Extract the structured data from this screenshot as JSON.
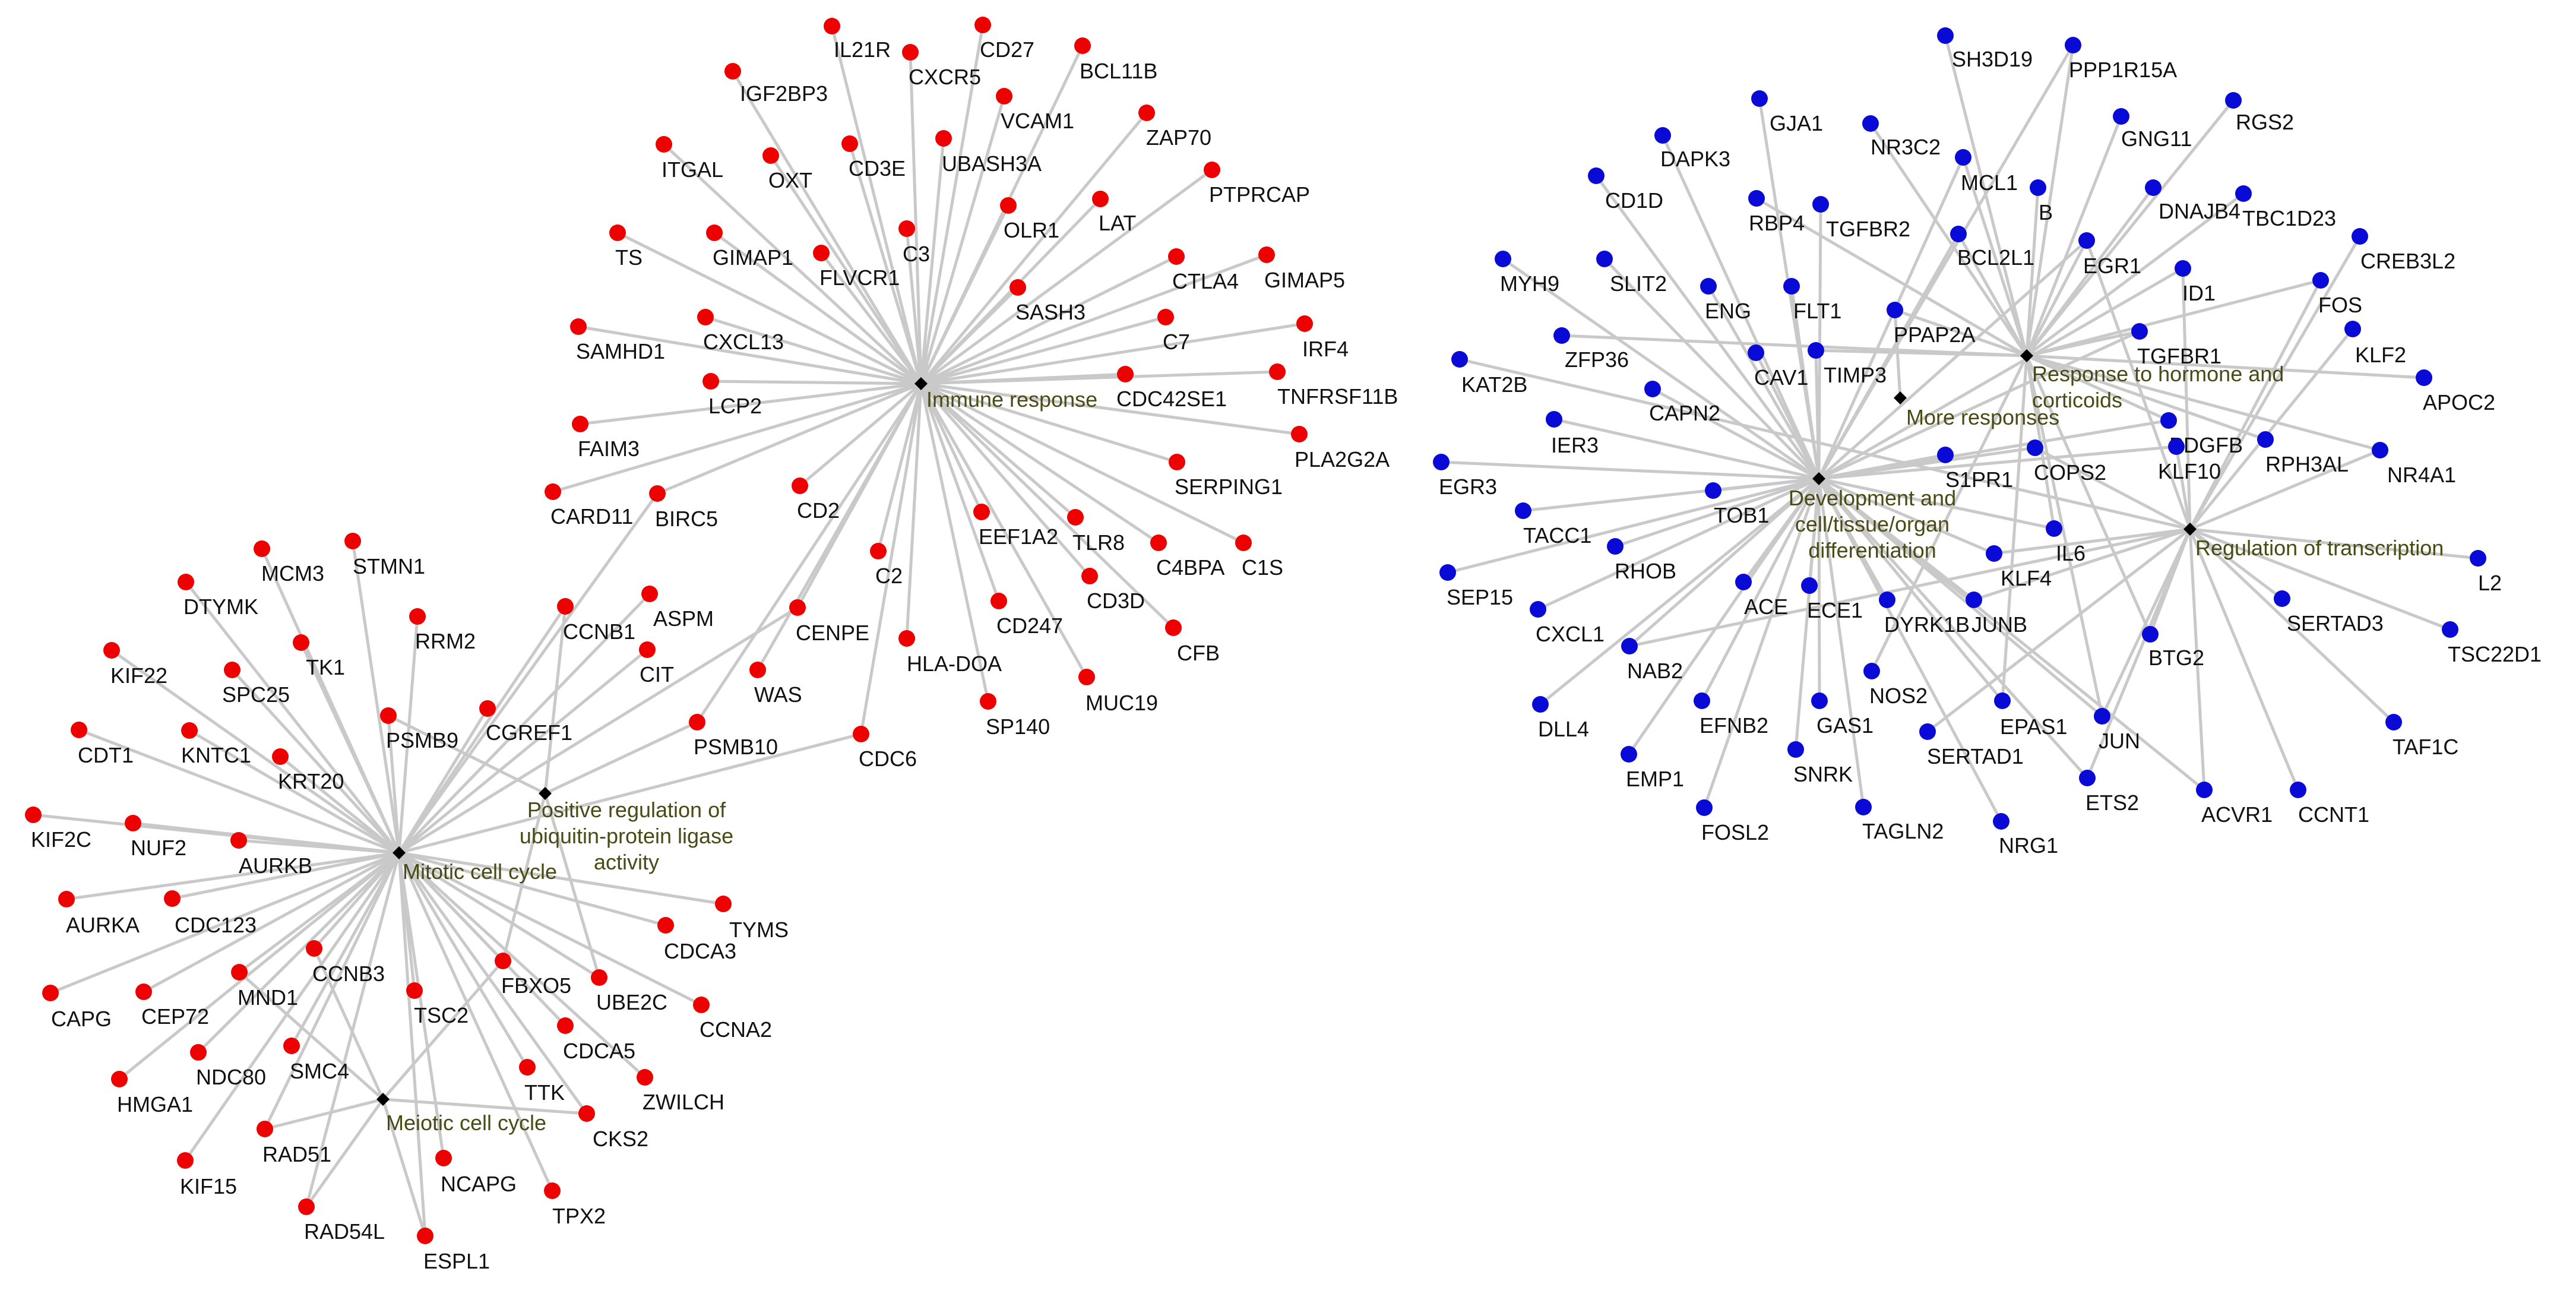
{
  "colors": {
    "red_nodes": "#ee0000",
    "blue_nodes": "#0a0ad6",
    "edges": "#c9c9c9",
    "hubs": "#000000",
    "hub_text": "#4a4a14"
  },
  "hubs": [
    {
      "id": "immune",
      "lines": [
        "Immune response"
      ]
    },
    {
      "id": "mitotic",
      "lines": [
        "Mitotic cell cycle"
      ]
    },
    {
      "id": "positive",
      "lines": [
        "Positive regulation of",
        "ubiquitin-protein ligase",
        "activity"
      ]
    },
    {
      "id": "meiotic",
      "lines": [
        "Meiotic cell cycle"
      ]
    },
    {
      "id": "more",
      "lines": [
        "More responses"
      ]
    },
    {
      "id": "hormone",
      "lines": [
        "Response to hormone and",
        "corticoids"
      ]
    },
    {
      "id": "development",
      "lines": [
        "Development and",
        "cell/tissue/organ",
        "differentiation"
      ]
    },
    {
      "id": "transcription",
      "lines": [
        "Regulation of transcription"
      ]
    }
  ],
  "genes": [
    {
      "name": "IL21R",
      "color": "red",
      "hubs": [
        "immune"
      ]
    },
    {
      "name": "CD27",
      "color": "red",
      "hubs": [
        "immune"
      ]
    },
    {
      "name": "CXCR5",
      "color": "red",
      "hubs": [
        "immune"
      ]
    },
    {
      "name": "BCL11B",
      "color": "red",
      "hubs": [
        "immune"
      ]
    },
    {
      "name": "IGF2BP3",
      "color": "red",
      "hubs": [
        "immune"
      ]
    },
    {
      "name": "VCAM1",
      "color": "red",
      "hubs": [
        "immune"
      ]
    },
    {
      "name": "ZAP70",
      "color": "red",
      "hubs": [
        "immune"
      ]
    },
    {
      "name": "ITGAL",
      "color": "red",
      "hubs": [
        "immune"
      ]
    },
    {
      "name": "OXT",
      "color": "red",
      "hubs": [
        "immune"
      ]
    },
    {
      "name": "CD3E",
      "color": "red",
      "hubs": [
        "immune"
      ]
    },
    {
      "name": "UBASH3A",
      "color": "red",
      "hubs": [
        "immune"
      ]
    },
    {
      "name": "PTPRCAP",
      "color": "red",
      "hubs": [
        "immune"
      ]
    },
    {
      "name": "OLR1",
      "color": "red",
      "hubs": [
        "immune"
      ]
    },
    {
      "name": "LAT",
      "color": "red",
      "hubs": [
        "immune"
      ]
    },
    {
      "name": "TS",
      "color": "red",
      "hubs": [
        "immune"
      ]
    },
    {
      "name": "GIMAP1",
      "color": "red",
      "hubs": [
        "immune"
      ]
    },
    {
      "name": "C3",
      "color": "red",
      "hubs": [
        "immune"
      ]
    },
    {
      "name": "FLVCR1",
      "color": "red",
      "hubs": [
        "immune"
      ]
    },
    {
      "name": "CTLA4",
      "color": "red",
      "hubs": [
        "immune"
      ]
    },
    {
      "name": "GIMAP5",
      "color": "red",
      "hubs": [
        "immune"
      ]
    },
    {
      "name": "SASH3",
      "color": "red",
      "hubs": [
        "immune"
      ]
    },
    {
      "name": "SAMHD1",
      "color": "red",
      "hubs": [
        "immune"
      ]
    },
    {
      "name": "CXCL13",
      "color": "red",
      "hubs": [
        "immune"
      ]
    },
    {
      "name": "C7",
      "color": "red",
      "hubs": [
        "immune"
      ]
    },
    {
      "name": "IRF4",
      "color": "red",
      "hubs": [
        "immune"
      ]
    },
    {
      "name": "LCP2",
      "color": "red",
      "hubs": [
        "immune"
      ]
    },
    {
      "name": "CDC42SE1",
      "color": "red",
      "hubs": [
        "immune"
      ]
    },
    {
      "name": "TNFRSF11B",
      "color": "red",
      "hubs": [
        "immune"
      ]
    },
    {
      "name": "FAIM3",
      "color": "red",
      "hubs": [
        "immune"
      ]
    },
    {
      "name": "PLA2G2A",
      "color": "red",
      "hubs": [
        "immune"
      ]
    },
    {
      "name": "SERPING1",
      "color": "red",
      "hubs": [
        "immune"
      ]
    },
    {
      "name": "CARD11",
      "color": "red",
      "hubs": [
        "immune"
      ]
    },
    {
      "name": "BIRC5",
      "color": "red",
      "hubs": [
        "immune",
        "mitotic"
      ]
    },
    {
      "name": "CD2",
      "color": "red",
      "hubs": [
        "immune"
      ]
    },
    {
      "name": "TLR8",
      "color": "red",
      "hubs": [
        "immune"
      ]
    },
    {
      "name": "EEF1A2",
      "color": "red",
      "hubs": [
        "immune"
      ]
    },
    {
      "name": "C4BPA",
      "color": "red",
      "hubs": [
        "immune"
      ]
    },
    {
      "name": "C1S",
      "color": "red",
      "hubs": [
        "immune"
      ]
    },
    {
      "name": "C2",
      "color": "red",
      "hubs": [
        "immune"
      ]
    },
    {
      "name": "CD3D",
      "color": "red",
      "hubs": [
        "immune"
      ]
    },
    {
      "name": "CCNB1",
      "color": "red",
      "hubs": [
        "mitotic",
        "positive"
      ]
    },
    {
      "name": "ASPM",
      "color": "red",
      "hubs": [
        "mitotic"
      ]
    },
    {
      "name": "CENPE",
      "color": "red",
      "hubs": [
        "mitotic",
        "immune"
      ]
    },
    {
      "name": "CD247",
      "color": "red",
      "hubs": [
        "immune"
      ]
    },
    {
      "name": "HLA-DOA",
      "color": "red",
      "hubs": [
        "immune"
      ]
    },
    {
      "name": "CFB",
      "color": "red",
      "hubs": [
        "immune"
      ]
    },
    {
      "name": "CIT",
      "color": "red",
      "hubs": [
        "mitotic"
      ]
    },
    {
      "name": "WAS",
      "color": "red",
      "hubs": [
        "immune"
      ]
    },
    {
      "name": "MUC19",
      "color": "red",
      "hubs": [
        "immune"
      ]
    },
    {
      "name": "SP140",
      "color": "red",
      "hubs": [
        "immune"
      ]
    },
    {
      "name": "PSMB10",
      "color": "red",
      "hubs": [
        "immune",
        "positive"
      ]
    },
    {
      "name": "CDC6",
      "color": "red",
      "hubs": [
        "mitotic",
        "immune"
      ]
    },
    {
      "name": "MCM3",
      "color": "red",
      "hubs": [
        "mitotic"
      ]
    },
    {
      "name": "STMN1",
      "color": "red",
      "hubs": [
        "mitotic"
      ]
    },
    {
      "name": "DTYMK",
      "color": "red",
      "hubs": [
        "mitotic"
      ]
    },
    {
      "name": "RRM2",
      "color": "red",
      "hubs": [
        "mitotic"
      ]
    },
    {
      "name": "TK1",
      "color": "red",
      "hubs": [
        "mitotic"
      ]
    },
    {
      "name": "KIF22",
      "color": "red",
      "hubs": [
        "mitotic"
      ]
    },
    {
      "name": "SPC25",
      "color": "red",
      "hubs": [
        "mitotic"
      ]
    },
    {
      "name": "PSMB9",
      "color": "red",
      "hubs": [
        "mitotic",
        "positive"
      ]
    },
    {
      "name": "CGREF1",
      "color": "red",
      "hubs": [
        "mitotic"
      ]
    },
    {
      "name": "CDT1",
      "color": "red",
      "hubs": [
        "mitotic"
      ]
    },
    {
      "name": "KNTC1",
      "color": "red",
      "hubs": [
        "mitotic"
      ]
    },
    {
      "name": "KRT20",
      "color": "red",
      "hubs": [
        "mitotic"
      ]
    },
    {
      "name": "KIF2C",
      "color": "red",
      "hubs": [
        "mitotic"
      ]
    },
    {
      "name": "NUF2",
      "color": "red",
      "hubs": [
        "mitotic"
      ]
    },
    {
      "name": "AURKB",
      "color": "red",
      "hubs": [
        "mitotic"
      ]
    },
    {
      "name": "AURKA",
      "color": "red",
      "hubs": [
        "mitotic"
      ]
    },
    {
      "name": "CDC123",
      "color": "red",
      "hubs": [
        "mitotic"
      ]
    },
    {
      "name": "TYMS",
      "color": "red",
      "hubs": [
        "mitotic"
      ]
    },
    {
      "name": "CDCA3",
      "color": "red",
      "hubs": [
        "mitotic"
      ]
    },
    {
      "name": "CCNB3",
      "color": "red",
      "hubs": [
        "mitotic",
        "meiotic"
      ]
    },
    {
      "name": "MND1",
      "color": "red",
      "hubs": [
        "mitotic",
        "meiotic"
      ]
    },
    {
      "name": "CAPG",
      "color": "red",
      "hubs": [
        "mitotic"
      ]
    },
    {
      "name": "CEP72",
      "color": "red",
      "hubs": [
        "mitotic"
      ]
    },
    {
      "name": "FBXO5",
      "color": "red",
      "hubs": [
        "mitotic",
        "positive",
        "meiotic"
      ]
    },
    {
      "name": "UBE2C",
      "color": "red",
      "hubs": [
        "mitotic",
        "positive"
      ]
    },
    {
      "name": "CCNA2",
      "color": "red",
      "hubs": [
        "mitotic"
      ]
    },
    {
      "name": "TSC2",
      "color": "red",
      "hubs": [
        "mitotic"
      ]
    },
    {
      "name": "NDC80",
      "color": "red",
      "hubs": [
        "mitotic"
      ]
    },
    {
      "name": "SMC4",
      "color": "red",
      "hubs": [
        "mitotic"
      ]
    },
    {
      "name": "CDCA5",
      "color": "red",
      "hubs": [
        "mitotic"
      ]
    },
    {
      "name": "HMGA1",
      "color": "red",
      "hubs": [
        "mitotic"
      ]
    },
    {
      "name": "TTK",
      "color": "red",
      "hubs": [
        "mitotic"
      ]
    },
    {
      "name": "ZWILCH",
      "color": "red",
      "hubs": [
        "mitotic"
      ]
    },
    {
      "name": "CKS2",
      "color": "red",
      "hubs": [
        "mitotic",
        "meiotic"
      ]
    },
    {
      "name": "RAD51",
      "color": "red",
      "hubs": [
        "mitotic",
        "meiotic"
      ]
    },
    {
      "name": "KIF15",
      "color": "red",
      "hubs": [
        "mitotic"
      ]
    },
    {
      "name": "NCAPG",
      "color": "red",
      "hubs": [
        "mitotic"
      ]
    },
    {
      "name": "TPX2",
      "color": "red",
      "hubs": [
        "mitotic"
      ]
    },
    {
      "name": "RAD54L",
      "color": "red",
      "hubs": [
        "mitotic",
        "meiotic"
      ]
    },
    {
      "name": "ESPL1",
      "color": "red",
      "hubs": [
        "mitotic",
        "meiotic"
      ]
    },
    {
      "name": "SH3D19",
      "color": "blue",
      "hubs": [
        "hormone"
      ]
    },
    {
      "name": "PPP1R15A",
      "color": "blue",
      "hubs": [
        "hormone",
        "development"
      ]
    },
    {
      "name": "GJA1",
      "color": "blue",
      "hubs": [
        "development"
      ]
    },
    {
      "name": "NR3C2",
      "color": "blue",
      "hubs": [
        "hormone"
      ]
    },
    {
      "name": "GNG11",
      "color": "blue",
      "hubs": [
        "hormone"
      ]
    },
    {
      "name": "RGS2",
      "color": "blue",
      "hubs": [
        "hormone"
      ]
    },
    {
      "name": "DAPK3",
      "color": "blue",
      "hubs": [
        "development"
      ]
    },
    {
      "name": "MCL1",
      "color": "blue",
      "hubs": [
        "hormone",
        "development"
      ]
    },
    {
      "name": "CD1D",
      "color": "blue",
      "hubs": [
        "development"
      ]
    },
    {
      "name": "B",
      "color": "blue",
      "hubs": [
        "hormone"
      ]
    },
    {
      "name": "RBP4",
      "color": "blue",
      "hubs": [
        "hormone"
      ]
    },
    {
      "name": "TGFBR2",
      "color": "blue",
      "hubs": [
        "development"
      ]
    },
    {
      "name": "DNAJB4",
      "color": "blue",
      "hubs": [
        "hormone"
      ]
    },
    {
      "name": "TBC1D23",
      "color": "blue",
      "hubs": [
        "hormone"
      ]
    },
    {
      "name": "BCL2L1",
      "color": "blue",
      "hubs": [
        "hormone",
        "development"
      ]
    },
    {
      "name": "CREB3L2",
      "color": "blue",
      "hubs": [
        "transcription"
      ]
    },
    {
      "name": "EGR1",
      "color": "blue",
      "hubs": [
        "hormone",
        "development",
        "transcription"
      ]
    },
    {
      "name": "MYH9",
      "color": "blue",
      "hubs": [
        "development"
      ]
    },
    {
      "name": "SLIT2",
      "color": "blue",
      "hubs": [
        "development"
      ]
    },
    {
      "name": "ID1",
      "color": "blue",
      "hubs": [
        "development",
        "transcription"
      ]
    },
    {
      "name": "FOS",
      "color": "blue",
      "hubs": [
        "hormone",
        "transcription"
      ]
    },
    {
      "name": "ENG",
      "color": "blue",
      "hubs": [
        "development"
      ]
    },
    {
      "name": "FLT1",
      "color": "blue",
      "hubs": [
        "development"
      ]
    },
    {
      "name": "PPAP2A",
      "color": "blue",
      "hubs": [
        "hormone",
        "more"
      ]
    },
    {
      "name": "ZFP36",
      "color": "blue",
      "hubs": [
        "hormone"
      ]
    },
    {
      "name": "TGFBR1",
      "color": "blue",
      "hubs": [
        "hormone",
        "development"
      ]
    },
    {
      "name": "KLF2",
      "color": "blue",
      "hubs": [
        "transcription"
      ]
    },
    {
      "name": "KAT2B",
      "color": "blue",
      "hubs": [
        "transcription"
      ]
    },
    {
      "name": "CAV1",
      "color": "blue",
      "hubs": [
        "development"
      ]
    },
    {
      "name": "TIMP3",
      "color": "blue",
      "hubs": [
        "development",
        "hormone"
      ]
    },
    {
      "name": "APOC2",
      "color": "blue",
      "hubs": [
        "hormone"
      ]
    },
    {
      "name": "CAPN2",
      "color": "blue",
      "hubs": [
        "development"
      ]
    },
    {
      "name": "IER3",
      "color": "blue",
      "hubs": [
        "development"
      ]
    },
    {
      "name": "PDGFB",
      "color": "blue",
      "hubs": [
        "hormone",
        "development"
      ]
    },
    {
      "name": "KLF10",
      "color": "blue",
      "hubs": [
        "development",
        "transcription"
      ]
    },
    {
      "name": "RPH3AL",
      "color": "blue",
      "hubs": [
        "hormone"
      ]
    },
    {
      "name": "NR4A1",
      "color": "blue",
      "hubs": [
        "hormone",
        "transcription"
      ]
    },
    {
      "name": "EGR3",
      "color": "blue",
      "hubs": [
        "development"
      ]
    },
    {
      "name": "S1PR1",
      "color": "blue",
      "hubs": [
        "development"
      ]
    },
    {
      "name": "COPS2",
      "color": "blue",
      "hubs": [
        "development",
        "transcription"
      ]
    },
    {
      "name": "TOB1",
      "color": "blue",
      "hubs": [
        "development"
      ]
    },
    {
      "name": "TACC1",
      "color": "blue",
      "hubs": [
        "development"
      ]
    },
    {
      "name": "L2",
      "color": "blue",
      "hubs": [
        "transcription"
      ]
    },
    {
      "name": "IL6",
      "color": "blue",
      "hubs": [
        "hormone",
        "development"
      ]
    },
    {
      "name": "RHOB",
      "color": "blue",
      "hubs": [
        "development"
      ]
    },
    {
      "name": "SEP15",
      "color": "blue",
      "hubs": [
        "development"
      ]
    },
    {
      "name": "KLF4",
      "color": "blue",
      "hubs": [
        "development",
        "transcription"
      ]
    },
    {
      "name": "ACE",
      "color": "blue",
      "hubs": [
        "development"
      ]
    },
    {
      "name": "ECE1",
      "color": "blue",
      "hubs": [
        "development"
      ]
    },
    {
      "name": "DYRK1B",
      "color": "blue",
      "hubs": [
        "development"
      ]
    },
    {
      "name": "JUNB",
      "color": "blue",
      "hubs": [
        "development",
        "transcription"
      ]
    },
    {
      "name": "SERTAD3",
      "color": "blue",
      "hubs": [
        "transcription"
      ]
    },
    {
      "name": "CXCL1",
      "color": "blue",
      "hubs": [
        "development"
      ]
    },
    {
      "name": "NAB2",
      "color": "blue",
      "hubs": [
        "development",
        "transcription"
      ]
    },
    {
      "name": "BTG2",
      "color": "blue",
      "hubs": [
        "hormone",
        "transcription"
      ]
    },
    {
      "name": "TSC22D1",
      "color": "blue",
      "hubs": [
        "transcription"
      ]
    },
    {
      "name": "NOS2",
      "color": "blue",
      "hubs": [
        "hormone"
      ]
    },
    {
      "name": "EFNB2",
      "color": "blue",
      "hubs": [
        "development"
      ]
    },
    {
      "name": "GAS1",
      "color": "blue",
      "hubs": [
        "development"
      ]
    },
    {
      "name": "EPAS1",
      "color": "blue",
      "hubs": [
        "development",
        "hormone"
      ]
    },
    {
      "name": "JUN",
      "color": "blue",
      "hubs": [
        "development",
        "transcription",
        "hormone"
      ]
    },
    {
      "name": "DLL4",
      "color": "blue",
      "hubs": [
        "development"
      ]
    },
    {
      "name": "TAF1C",
      "color": "blue",
      "hubs": [
        "transcription"
      ]
    },
    {
      "name": "SERTAD1",
      "color": "blue",
      "hubs": [
        "transcription"
      ]
    },
    {
      "name": "EMP1",
      "color": "blue",
      "hubs": [
        "development"
      ]
    },
    {
      "name": "SNRK",
      "color": "blue",
      "hubs": [
        "development"
      ]
    },
    {
      "name": "ETS2",
      "color": "blue",
      "hubs": [
        "development",
        "transcription"
      ]
    },
    {
      "name": "ACVR1",
      "color": "blue",
      "hubs": [
        "development",
        "transcription"
      ]
    },
    {
      "name": "CCNT1",
      "color": "blue",
      "hubs": [
        "transcription"
      ]
    },
    {
      "name": "FOSL2",
      "color": "blue",
      "hubs": [
        "development"
      ]
    },
    {
      "name": "TAGLN2",
      "color": "blue",
      "hubs": [
        "development"
      ]
    },
    {
      "name": "NRG1",
      "color": "blue",
      "hubs": [
        "development"
      ]
    }
  ]
}
